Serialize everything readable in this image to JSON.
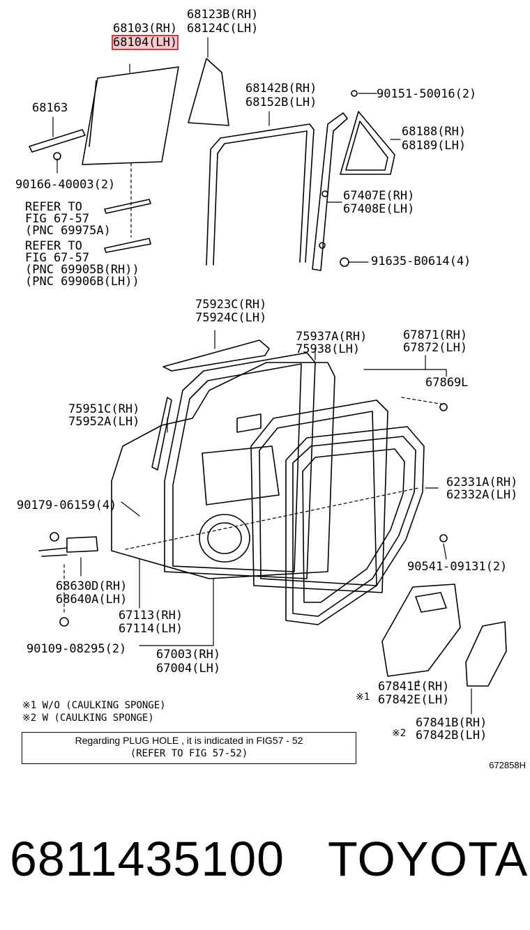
{
  "diagram": {
    "labels": [
      {
        "id": "l1",
        "text": "68123B(RH)"
      },
      {
        "id": "l2",
        "text": "68124C(LH)"
      },
      {
        "id": "l3",
        "text": "68103(RH)"
      },
      {
        "id": "l4",
        "text": "68104(LH)",
        "highlight": true
      },
      {
        "id": "l5",
        "text": "68163"
      },
      {
        "id": "l6",
        "text": "90166-40003(2)"
      },
      {
        "id": "l7",
        "text": "REFER TO"
      },
      {
        "id": "l8",
        "text": "FIG 67-57"
      },
      {
        "id": "l9",
        "text": "(PNC 69975A)"
      },
      {
        "id": "l10",
        "text": "REFER TO"
      },
      {
        "id": "l11",
        "text": "FIG 67-57"
      },
      {
        "id": "l12",
        "text": "(PNC 69905B(RH))"
      },
      {
        "id": "l13",
        "text": "(PNC 69906B(LH))"
      },
      {
        "id": "l14",
        "text": "68142B(RH)"
      },
      {
        "id": "l15",
        "text": "68152B(LH)"
      },
      {
        "id": "l16",
        "text": "90151-50016(2)"
      },
      {
        "id": "l17",
        "text": "68188(RH)"
      },
      {
        "id": "l18",
        "text": "68189(LH)"
      },
      {
        "id": "l19",
        "text": "67407E(RH)"
      },
      {
        "id": "l20",
        "text": "67408E(LH)"
      },
      {
        "id": "l21",
        "text": "91635-B0614(4)"
      },
      {
        "id": "l22",
        "text": "75923C(RH)"
      },
      {
        "id": "l23",
        "text": "75924C(LH)"
      },
      {
        "id": "l24",
        "text": "75937A(RH)"
      },
      {
        "id": "l25",
        "text": "75938(LH)"
      },
      {
        "id": "l26",
        "text": "67871(RH)"
      },
      {
        "id": "l27",
        "text": "67872(LH)"
      },
      {
        "id": "l28",
        "text": "67869L"
      },
      {
        "id": "l29",
        "text": "75951C(RH)"
      },
      {
        "id": "l30",
        "text": "75952A(LH)"
      },
      {
        "id": "l31",
        "text": "62331A(RH)"
      },
      {
        "id": "l32",
        "text": "62332A(LH)"
      },
      {
        "id": "l33",
        "text": "90179-06159(4)"
      },
      {
        "id": "l34",
        "text": "90541-09131(2)"
      },
      {
        "id": "l35",
        "text": "68630D(RH)"
      },
      {
        "id": "l36",
        "text": "68640A(LH)"
      },
      {
        "id": "l37",
        "text": "67113(RH)"
      },
      {
        "id": "l38",
        "text": "67114(LH)"
      },
      {
        "id": "l39",
        "text": "90109-08295(2)"
      },
      {
        "id": "l40",
        "text": "67003(RH)"
      },
      {
        "id": "l41",
        "text": "67004(LH)"
      },
      {
        "id": "l42",
        "text": "67841E(RH)"
      },
      {
        "id": "l43",
        "text": "67842E(LH)"
      },
      {
        "id": "l44",
        "text": "67841B(RH)"
      },
      {
        "id": "l45",
        "text": "67842B(LH)"
      },
      {
        "id": "l46",
        "text": "※1"
      },
      {
        "id": "l47",
        "text": "※2"
      }
    ],
    "notes": [
      "※1 W/O (CAULKING SPONGE)",
      "※2 W (CAULKING SPONGE)"
    ],
    "reference_box": {
      "line1": "Regarding PLUG HOLE , it is indicated in FIG57 - 52",
      "line2": "(REFER TO FIG 57-52)"
    },
    "figure_code": "672858H"
  },
  "footer": {
    "part_number": "6811435100",
    "brand": "TOYOTA"
  },
  "colors": {
    "line": "#000000",
    "highlight_fill": "#f7c9cc",
    "highlight_border": "#d23a3a"
  }
}
